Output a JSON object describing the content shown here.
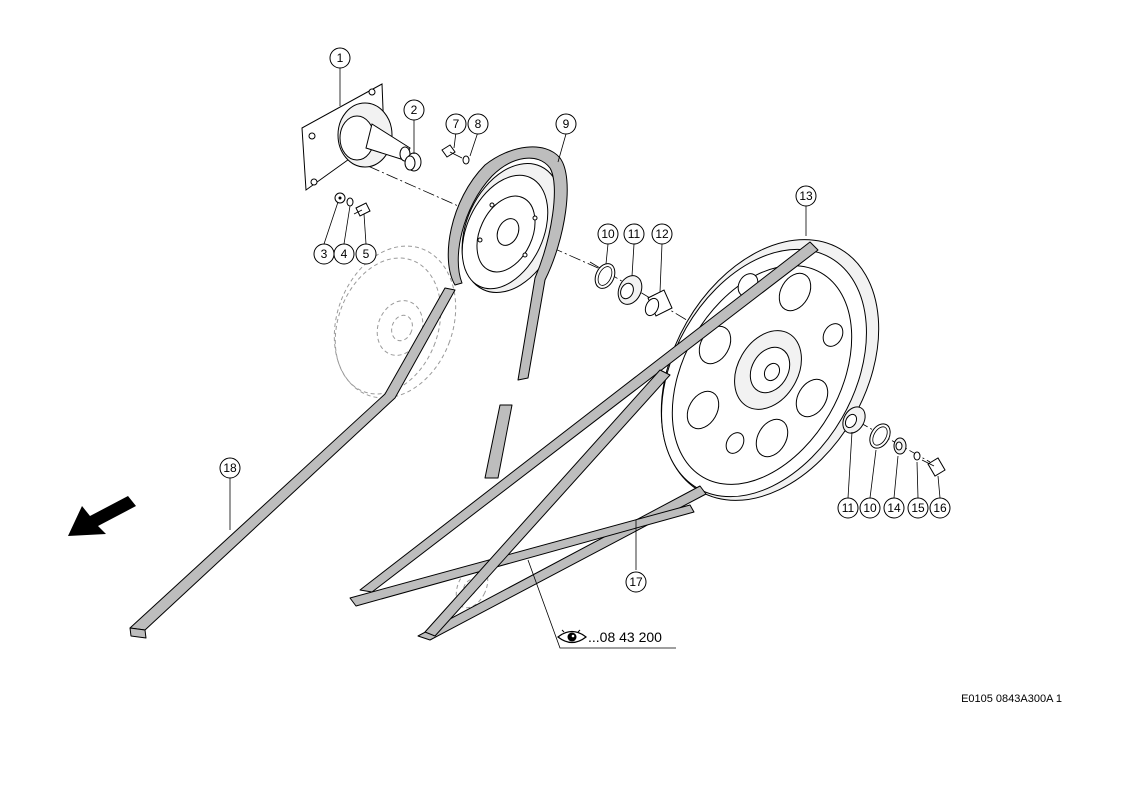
{
  "callouts": [
    {
      "id": "c1",
      "label": "1"
    },
    {
      "id": "c2",
      "label": "2"
    },
    {
      "id": "c3",
      "label": "3"
    },
    {
      "id": "c4",
      "label": "4"
    },
    {
      "id": "c5",
      "label": "5"
    },
    {
      "id": "c7",
      "label": "7"
    },
    {
      "id": "c8",
      "label": "8"
    },
    {
      "id": "c9",
      "label": "9"
    },
    {
      "id": "c10a",
      "label": "10"
    },
    {
      "id": "c11a",
      "label": "11"
    },
    {
      "id": "c12",
      "label": "12"
    },
    {
      "id": "c13",
      "label": "13"
    },
    {
      "id": "c11b",
      "label": "11"
    },
    {
      "id": "c10b",
      "label": "10"
    },
    {
      "id": "c14",
      "label": "14"
    },
    {
      "id": "c15",
      "label": "15"
    },
    {
      "id": "c16",
      "label": "16"
    },
    {
      "id": "c17",
      "label": "17"
    },
    {
      "id": "c18",
      "label": "18"
    }
  ],
  "reference": {
    "text": "...08 43 200",
    "icon": "eye-icon"
  },
  "drawing_code": "E0105 0843A300A 1",
  "direction_arrow": "arrow-icon"
}
